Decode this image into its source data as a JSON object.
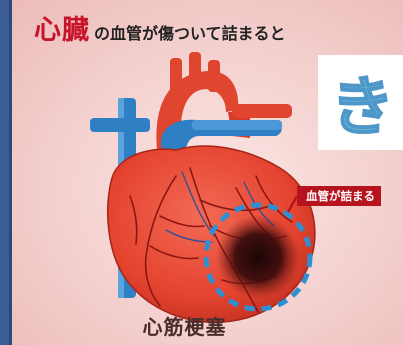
{
  "headline": {
    "accent": "心臓",
    "rest": "の血管が傷ついて詰まると"
  },
  "side_badge": {
    "glyph": "き"
  },
  "callout": {
    "label": "血管が詰まる"
  },
  "caption": {
    "text": "心筋梗塞"
  },
  "colors": {
    "accent_red": "#c8142a",
    "callout_bg": "#b5141f",
    "dashed_ring": "#2e8fd2",
    "artery_blue": "#2f7fc4",
    "aorta_red": "#e0452f"
  }
}
